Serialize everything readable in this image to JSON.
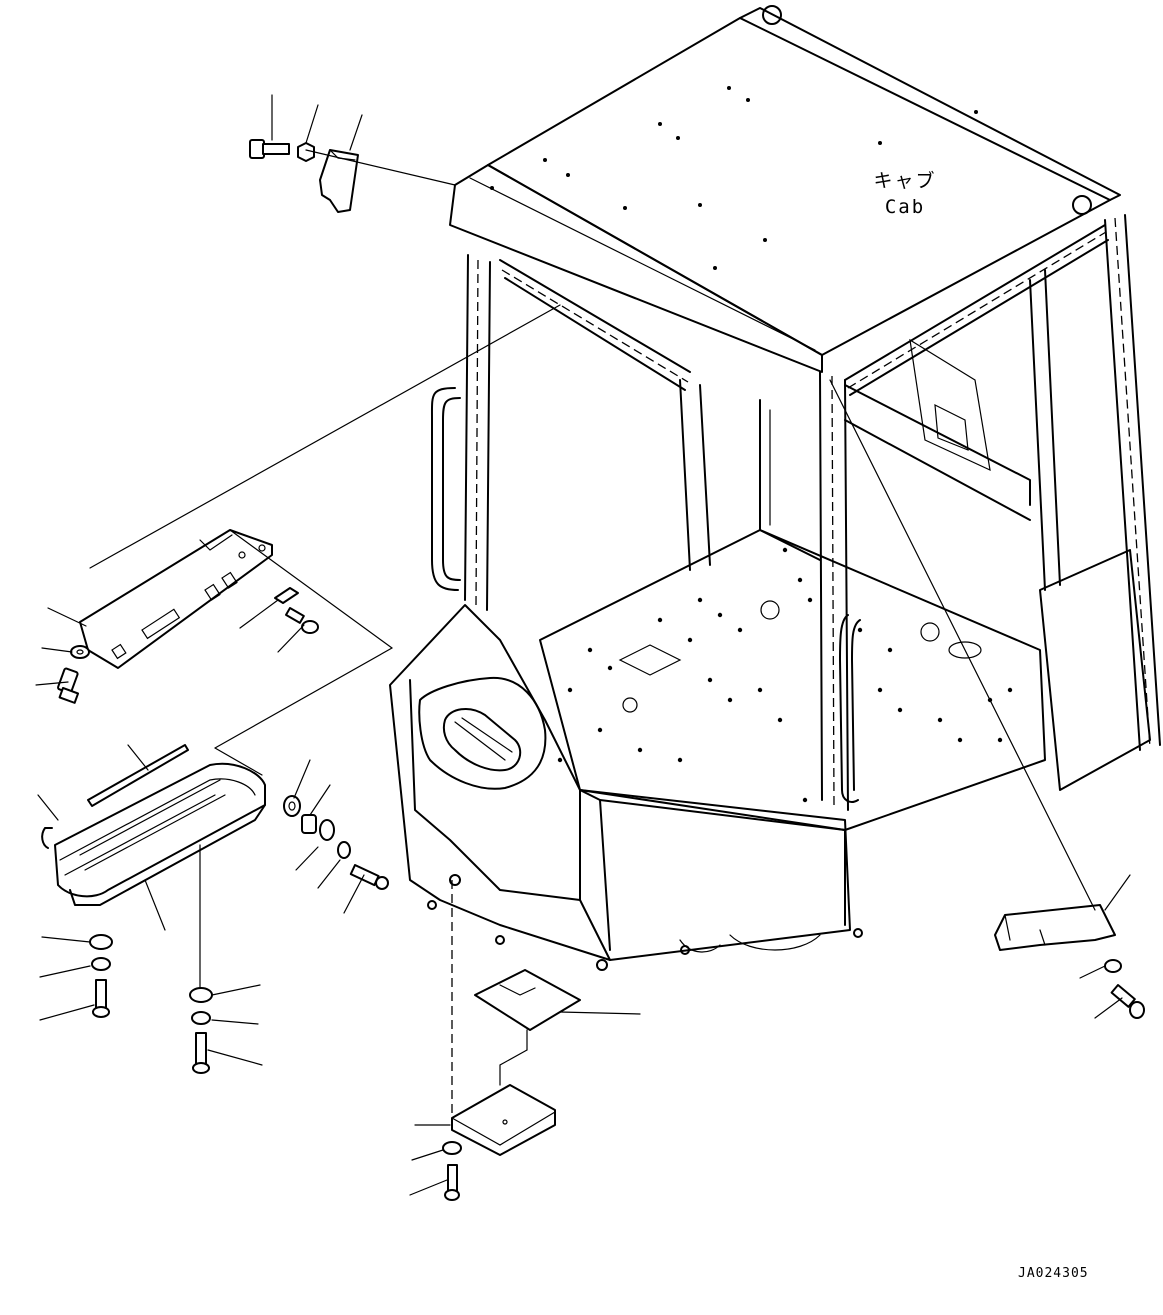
{
  "cab_label": {
    "japanese": "キャブ",
    "english": "Cab"
  },
  "drawing_code": "JA024305",
  "colors": {
    "line": "#000000",
    "background": "#ffffff"
  }
}
